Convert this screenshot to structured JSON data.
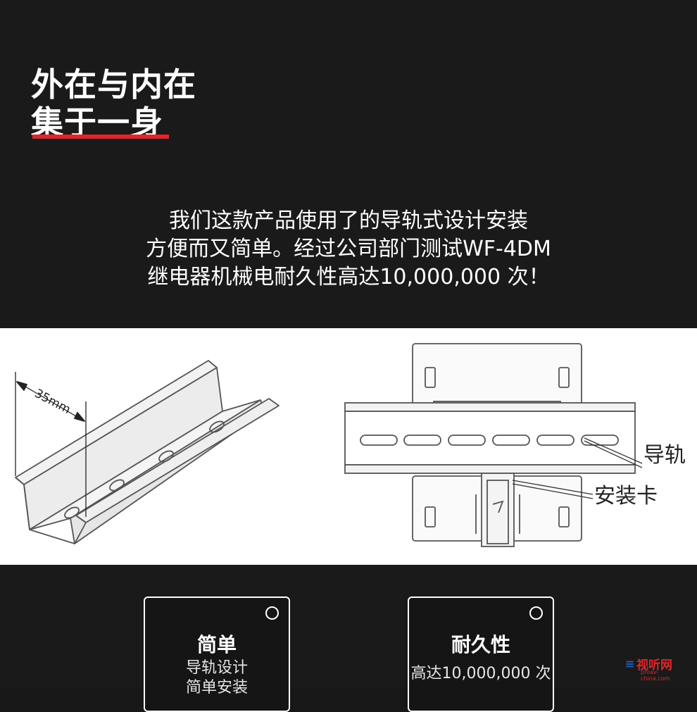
{
  "headline": {
    "line1": "外在与内在",
    "line2": "集于一身"
  },
  "description": {
    "lines": [
      "我们这款产品使用了的导轨式设计安装",
      "方便而又简单。经过公司部门测试WF-4DM",
      "继电器机械电耐久性高达10,000,000 次！"
    ]
  },
  "diagram": {
    "dimension_label": "35mm",
    "rail_label": "导轨",
    "clip_label": "安装卡"
  },
  "cards": [
    {
      "title": "简单",
      "lines": [
        "导轨设计",
        "简单安装"
      ]
    },
    {
      "title": "耐久性",
      "lines": [
        "高达10,000,000 次"
      ]
    }
  ],
  "watermark": {
    "logo_text": "视听网",
    "logo_url_text": "proav-china.com"
  },
  "colors": {
    "background": "#1a1a1a",
    "accent_red": "#e0262a",
    "text": "#ffffff"
  }
}
